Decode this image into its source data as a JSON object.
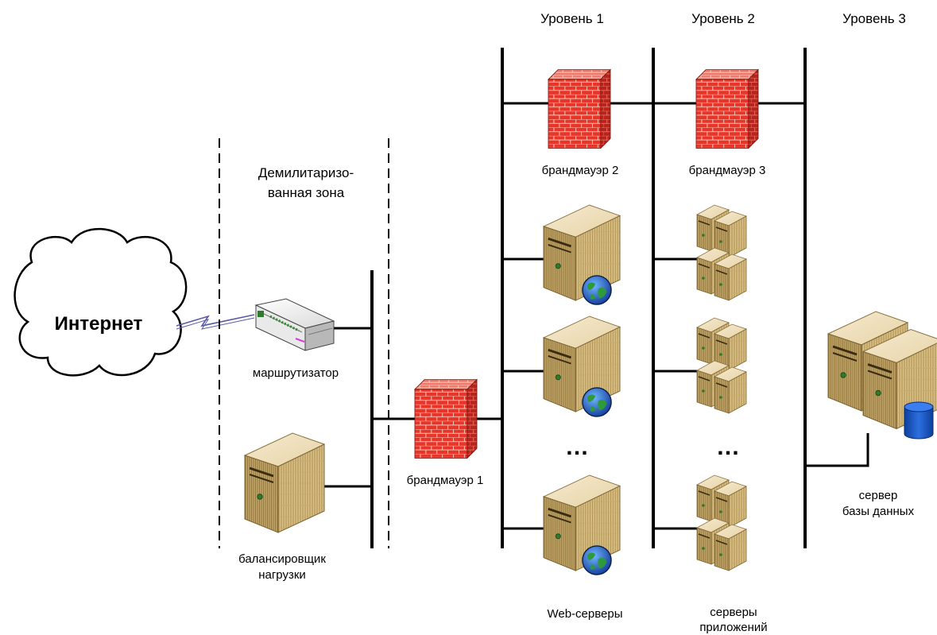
{
  "internet_label": "Интернет",
  "dmz_label_line1": "Демилитаризо-",
  "dmz_label_line2": "ванная зона",
  "tiers": [
    "Уровень 1",
    "Уровень 2",
    "Уровень 3"
  ],
  "router_label": "маршрутизатор",
  "load_balancer_label_line1": "балансировщик",
  "load_balancer_label_line2": "нагрузки",
  "firewall1_label": "брандмауэр 1",
  "firewall2_label": "брандмауэр 2",
  "firewall3_label": "брандмауэр 3",
  "web_servers_label": "Web-серверы",
  "app_servers_label_line1": "серверы",
  "app_servers_label_line2": "приложений",
  "db_server_label_line1": "сервер",
  "db_server_label_line2": "базы данных",
  "ellipsis": "…",
  "colors": {
    "firewall": "#e8352a",
    "server_beige": "#d8c08a",
    "globe_green": "#2f9a3a",
    "globe_blue": "#1f56c8",
    "db_cylinder": "#1a55c0"
  }
}
